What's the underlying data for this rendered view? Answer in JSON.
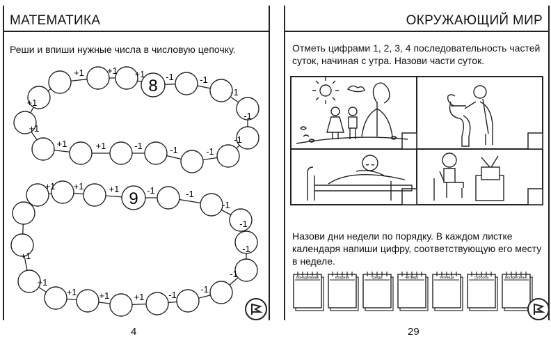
{
  "left_page": {
    "title": "МАТЕМАТИКА",
    "task": "Реши и впиши нужные числа в числовую цепочку.",
    "chain1": {
      "start_value": "8",
      "labels": [
        "+1",
        "+1",
        "+1",
        "-1",
        "-1",
        "-1",
        "-1",
        "-1",
        "-1",
        "-1",
        "-1",
        "+1",
        "+1",
        "+1",
        "+1"
      ]
    },
    "chain2": {
      "start_value": "9",
      "labels": [
        "+1",
        "+1",
        "+1",
        "-1",
        "-1",
        "-1",
        "-1",
        "-1",
        "-1",
        "-1",
        "-1",
        "+1",
        "+1",
        "+1",
        "+1",
        "+1"
      ]
    },
    "page_number": "4"
  },
  "right_page": {
    "title": "ОКРУЖАЮЩИЙ МИР",
    "task1": "Отметь цифрами 1, 2, 3, 4 последовательность частей суток, начиная с утра. Назови части суток.",
    "task2": "Назови дни недели по порядку. В каждом листке календаря напиши цифру, соответствующую его месту в неделе.",
    "days": [
      "понедельник",
      "вторник",
      "среда",
      "четверг",
      "пятница",
      "суббота",
      "воскресенье"
    ],
    "page_number": "29"
  }
}
